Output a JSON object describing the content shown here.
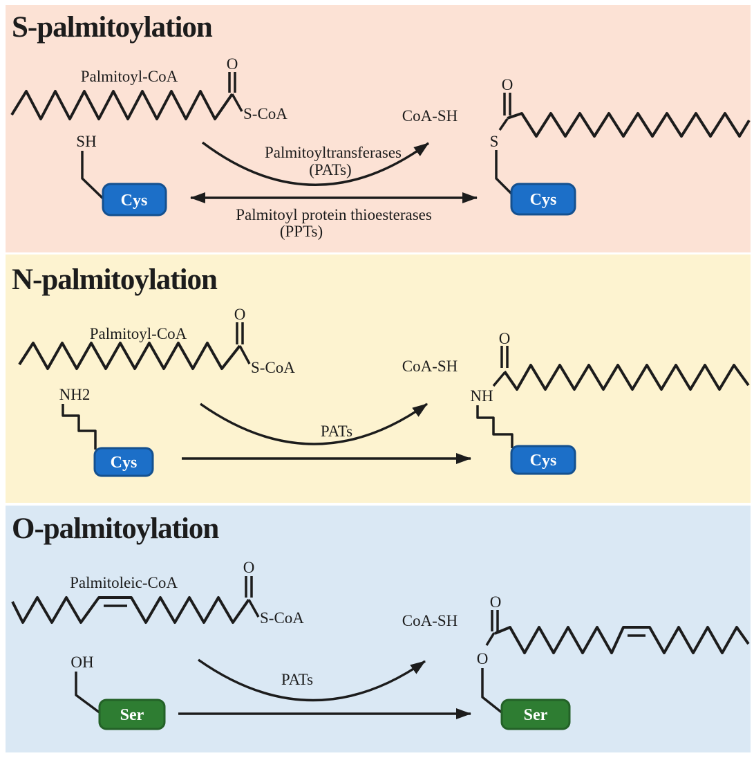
{
  "figure": {
    "stroke_color": "#1c1c1c",
    "panels": [
      {
        "title": "S-palmitoylation",
        "bg_color": "#fce2d5",
        "donor_label": "Palmitoyl-CoA",
        "donor_carbonyl_atom": "O",
        "donor_leaving_group": "S-CoA",
        "substrate_group": "SH",
        "substrate_residue": "Cys",
        "byproduct_label": "CoA-SH",
        "forward_enzyme_line1": "Palmitoyltransferases",
        "forward_enzyme_line2": "(PATs)",
        "reverse_enzyme_line1": "Palmitoyl protein thioesterases",
        "reverse_enzyme_line2": "(PPTs)",
        "product_carbonyl_atom": "O",
        "product_link_atom": "S",
        "product_residue": "Cys",
        "residue_fill": "#1c6fc8",
        "residue_border": "#14508f"
      },
      {
        "title": "N-palmitoylation",
        "bg_color": "#fdf3d0",
        "donor_label": "Palmitoyl-CoA",
        "donor_carbonyl_atom": "O",
        "donor_leaving_group": "S-CoA",
        "substrate_group": "NH2",
        "substrate_residue": "Cys",
        "byproduct_label": "CoA-SH",
        "forward_enzyme_line1": "PATs",
        "product_carbonyl_atom": "O",
        "product_link_atom": "NH",
        "product_residue": "Cys",
        "residue_fill": "#1c6fc8",
        "residue_border": "#14508f"
      },
      {
        "title": "O-palmitoylation",
        "bg_color": "#dae8f4",
        "donor_label": "Palmitoleic-CoA",
        "donor_carbonyl_atom": "O",
        "donor_leaving_group": "S-CoA",
        "substrate_group": "OH",
        "substrate_residue": "Ser",
        "byproduct_label": "CoA-SH",
        "forward_enzyme_line1": "PATs",
        "product_carbonyl_atom": "O",
        "product_link_atom": "O",
        "product_residue": "Ser",
        "residue_fill": "#2e7d32",
        "residue_border": "#236127"
      }
    ]
  }
}
